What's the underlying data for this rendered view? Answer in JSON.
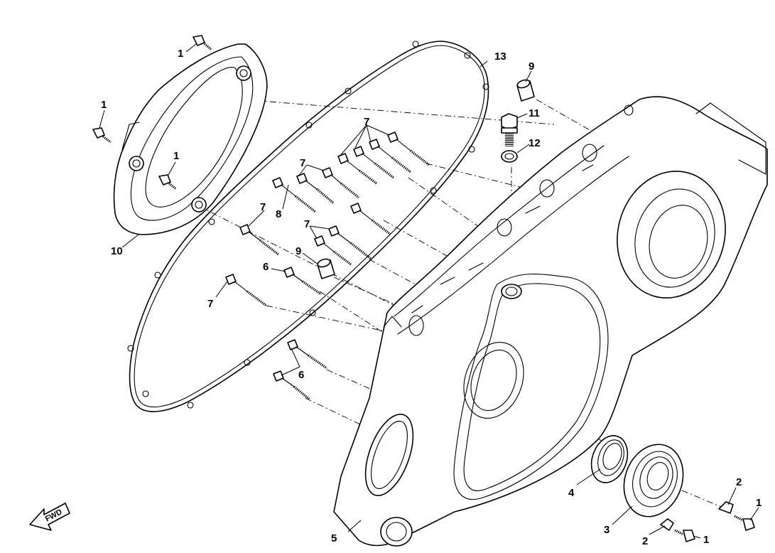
{
  "diagram": {
    "direction_marker": "FWD",
    "callouts": [
      {
        "id": "c1a",
        "text": "1"
      },
      {
        "id": "c1b",
        "text": "1"
      },
      {
        "id": "c1c",
        "text": "1"
      },
      {
        "id": "c1d",
        "text": "1"
      },
      {
        "id": "c1e",
        "text": "1"
      },
      {
        "id": "c2a",
        "text": "2"
      },
      {
        "id": "c2b",
        "text": "2"
      },
      {
        "id": "c3",
        "text": "3"
      },
      {
        "id": "c4",
        "text": "4"
      },
      {
        "id": "c5",
        "text": "5"
      },
      {
        "id": "c6a",
        "text": "6"
      },
      {
        "id": "c6b",
        "text": "6"
      },
      {
        "id": "c7a",
        "text": "7"
      },
      {
        "id": "c7b",
        "text": "7"
      },
      {
        "id": "c7c",
        "text": "7"
      },
      {
        "id": "c7d",
        "text": "7"
      },
      {
        "id": "c7e",
        "text": "7"
      },
      {
        "id": "c8",
        "text": "8"
      },
      {
        "id": "c9a",
        "text": "9"
      },
      {
        "id": "c9b",
        "text": "9"
      },
      {
        "id": "c10",
        "text": "10"
      },
      {
        "id": "c11",
        "text": "11"
      },
      {
        "id": "c12",
        "text": "12"
      },
      {
        "id": "c13",
        "text": "13"
      }
    ]
  }
}
